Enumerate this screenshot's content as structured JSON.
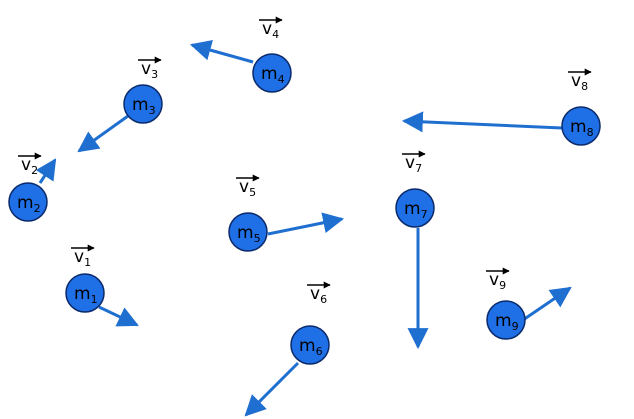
{
  "colors": {
    "ball_fill": "#1f6fe6",
    "ball_stroke": "#0a2a6a",
    "arrow": "#1f6fd0",
    "text": "#000000"
  },
  "bodies": [
    {
      "id": "1",
      "mass_symbol": "m",
      "mass_index": "1",
      "velocity_symbol": "v",
      "velocity_index": "1"
    },
    {
      "id": "2",
      "mass_symbol": "m",
      "mass_index": "2",
      "velocity_symbol": "v",
      "velocity_index": "2"
    },
    {
      "id": "3",
      "mass_symbol": "m",
      "mass_index": "3",
      "velocity_symbol": "v",
      "velocity_index": "3"
    },
    {
      "id": "4",
      "mass_symbol": "m",
      "mass_index": "4",
      "velocity_symbol": "v",
      "velocity_index": "4"
    },
    {
      "id": "5",
      "mass_symbol": "m",
      "mass_index": "5",
      "velocity_symbol": "v",
      "velocity_index": "5"
    },
    {
      "id": "6",
      "mass_symbol": "m",
      "mass_index": "6",
      "velocity_symbol": "v",
      "velocity_index": "6"
    },
    {
      "id": "7",
      "mass_symbol": "m",
      "mass_index": "7",
      "velocity_symbol": "v",
      "velocity_index": "7"
    },
    {
      "id": "8",
      "mass_symbol": "m",
      "mass_index": "8",
      "velocity_symbol": "v",
      "velocity_index": "8"
    },
    {
      "id": "9",
      "mass_symbol": "m",
      "mass_index": "9",
      "velocity_symbol": "v",
      "velocity_index": "9"
    }
  ]
}
